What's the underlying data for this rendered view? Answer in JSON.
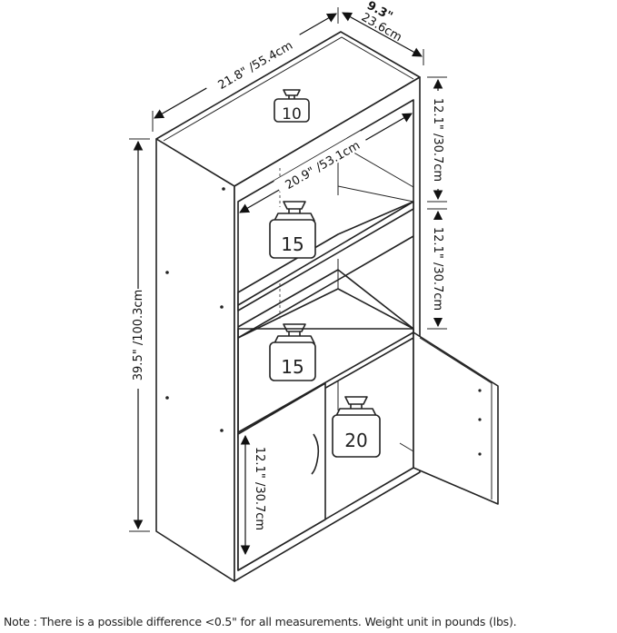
{
  "dimensions": {
    "overall_width": "21.8\" /55.4cm",
    "depth_in": "9.3\"",
    "depth_cm": "23.6cm",
    "inner_width": "20.9\" /53.1cm",
    "overall_height": "39.5\" /100.3cm",
    "shelf_height_top": "12.1\" /30.7cm",
    "shelf_height_middle": "12.1\" /30.7cm",
    "shelf_height_bottom": "12.1\" /30.7cm"
  },
  "weights": {
    "top": "10",
    "shelf_1": "15",
    "shelf_2": "15",
    "cabinet": "20"
  },
  "note": "Note : There is a possible difference <0.5\" for all measurements. Weight unit in pounds (lbs)."
}
